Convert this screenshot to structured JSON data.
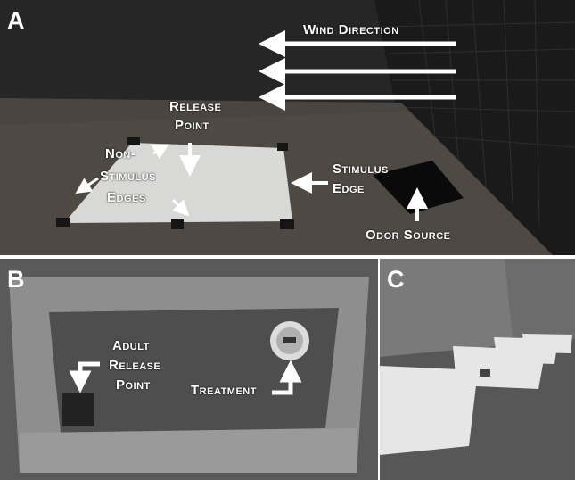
{
  "panels": {
    "a": {
      "letter": "A",
      "labels": {
        "wind_direction": "Wind Direction",
        "release_point_1": "Release",
        "release_point_2": "Point",
        "non_stimulus_1": "Non-",
        "non_stimulus_2": "Stimulus",
        "non_stimulus_3": "Edges",
        "stimulus_edge_1": "Stimulus",
        "stimulus_edge_2": "Edge",
        "odor_source": "Odor Source"
      }
    },
    "b": {
      "letter": "B",
      "labels": {
        "adult_release_1": "Adult",
        "adult_release_2": "Release",
        "adult_release_3": "Point",
        "treatment": "Treatment"
      }
    },
    "c": {
      "letter": "C"
    }
  },
  "colors": {
    "label_text": "#ffffff",
    "arrow": "#ffffff"
  }
}
